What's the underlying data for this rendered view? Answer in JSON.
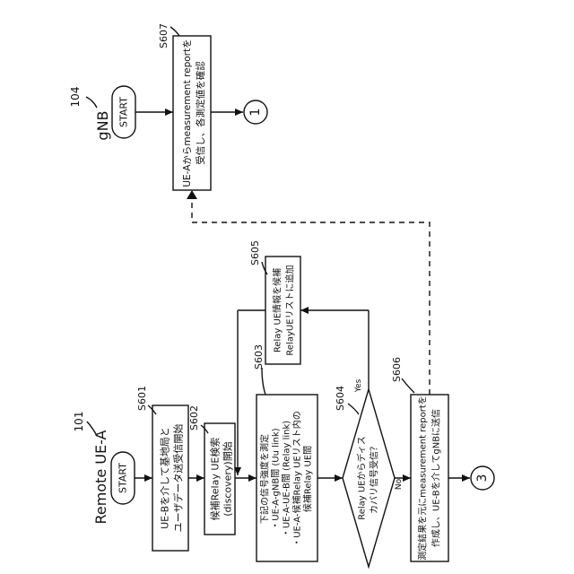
{
  "remote": {
    "ref": "101",
    "title": "Remote UE-A",
    "start": "START",
    "steps": {
      "s601": {
        "id": "S601",
        "lines": [
          "UE-Bを介して基地局と",
          "ユーザデータ送受信開始"
        ]
      },
      "s602": {
        "id": "S602",
        "lines": [
          "候補Relay UE検索",
          "(discovery)開始"
        ]
      },
      "s603": {
        "id": "S603",
        "lines": [
          "下記の信号強度を測定",
          "・UE-A-gNB間 (Uu link)",
          "・UE-A-UE-B間 (Relay link)",
          "・UE-A-候補Relay UEリスト内の",
          "候補Relay UE間"
        ]
      },
      "s604": {
        "id": "S604",
        "lines": [
          "Relay UEからディス",
          "カバリ信号受信？"
        ],
        "yes": "Yes",
        "no": "No"
      },
      "s605": {
        "id": "S605",
        "lines": [
          "Relay UE情報を候補",
          "RelayUEリストに追加"
        ]
      },
      "s606": {
        "id": "S606",
        "lines": [
          "測定結果を元にmeasurement reportを",
          "作成し、UE-Bを介してgNBに送信"
        ]
      }
    },
    "connector": "3"
  },
  "gnb": {
    "ref": "104",
    "title": "gNB",
    "start": "START",
    "s607": {
      "id": "S607",
      "lines": [
        "UE-Aからmeasurement reportを",
        "受信し、各測定値を確認"
      ]
    },
    "connector": "1"
  }
}
